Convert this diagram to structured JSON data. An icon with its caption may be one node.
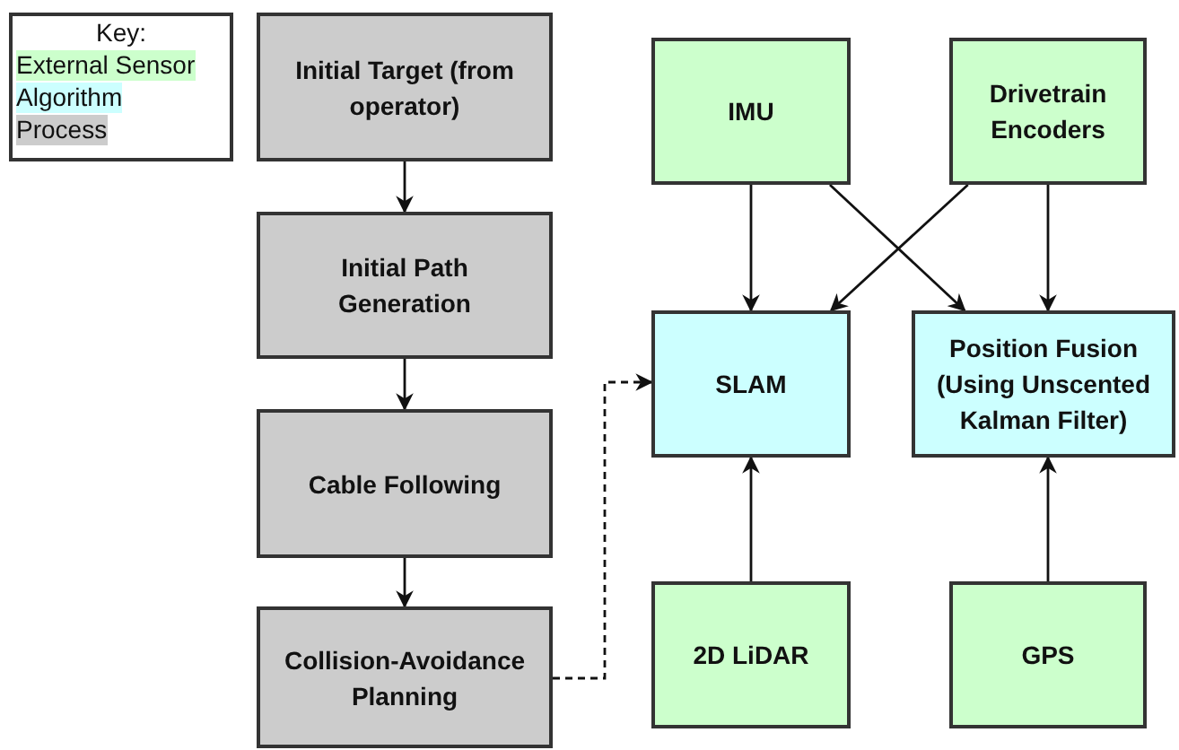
{
  "diagram": {
    "nodes": [
      {
        "text": [
          "Initial Target (from operator)"
        ]
      },
      {
        "text": [
          "Initial Path Generation"
        ]
      },
      {
        "text": [
          "Cable Following"
        ]
      },
      {
        "text": [
          "Collision-Avoidance Planning"
        ]
      },
      {
        "text": [
          "IMU"
        ]
      },
      {
        "text": [
          "Drivetrain Encoders"
        ]
      },
      {
        "text": [
          "SLAM"
        ]
      },
      {
        "text": [
          "Position Fusion (Using Unscented Kalman Filter)"
        ]
      },
      {
        "text": [
          "2D LiDAR"
        ]
      },
      {
        "text": [
          "GPS"
        ]
      }
    ],
    "edges": [
      {
        "from": 0,
        "to": 1,
        "arrow": "to"
      },
      {
        "from": 1,
        "to": 2,
        "arrow": "to"
      },
      {
        "from": 2,
        "to": 3,
        "arrow": "to"
      },
      {
        "from": 3,
        "to": 6,
        "arrow": "to",
        "style": "dashed"
      },
      {
        "from": 4,
        "to": 6,
        "arrow": "to"
      },
      {
        "from": 4,
        "to": 7,
        "arrow": "to"
      },
      {
        "from": 5,
        "to": 6,
        "arrow": "to"
      },
      {
        "from": 5,
        "to": 7,
        "arrow": "to"
      },
      {
        "from": 8,
        "to": 6,
        "arrow": "to"
      },
      {
        "from": 9,
        "to": 7,
        "arrow": "to"
      }
    ],
    "labels": [
      "Key:"
    ],
    "legend": [
      {
        "text": "External Sensor",
        "color": "#ccffcc"
      },
      {
        "text": "Algorithm",
        "color": "#ccffff"
      },
      {
        "text": "Process",
        "color": "#cccccc"
      }
    ]
  }
}
